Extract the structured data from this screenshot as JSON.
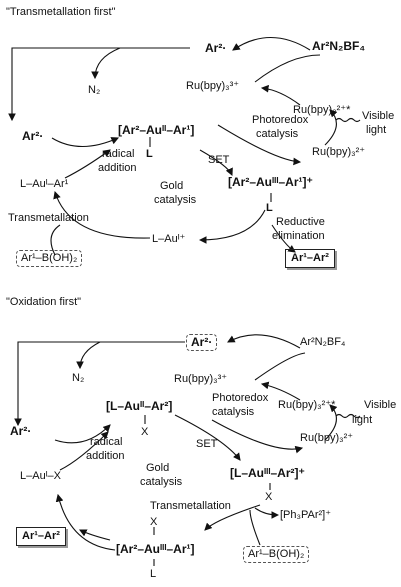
{
  "scheme_top": {
    "heading": "\"Transmetallation first\"",
    "ar2_radical_top": "Ar²·",
    "ar2n2bf4": "Ar²N₂BF₄",
    "n2": "N₂",
    "ru3": "Ru(bpy)₃³⁺",
    "ru2_excited": "Ru(bpy)₃²⁺*",
    "visible_light_1": "Visible",
    "visible_light_2": "light",
    "photoredox_1": "Photoredox",
    "photoredox_2": "catalysis",
    "ru2": "Ru(bpy)₃²⁺",
    "ar2_radical_left": "Ar²·",
    "au2_complex": "[Ar²–Auᴵᴵ–Ar¹]",
    "au2_ligand": "L",
    "radical_addition_1": "radical",
    "radical_addition_2": "addition",
    "set": "SET",
    "l_au_ar1": "L–Auᴵ–Ar¹",
    "gold_1": "Gold",
    "gold_2": "catalysis",
    "au3_complex": "[Ar²–Auᴵᴵᴵ–Ar¹]⁺",
    "au3_ligand": "L",
    "transmetallation": "Transmetallation",
    "l_au_plus": "L–Auᴵ⁺",
    "reductive_1": "Reductive",
    "reductive_2": "elimination",
    "boronic": "Ar¹–B(OH)₂",
    "product": "Ar¹–Ar²"
  },
  "scheme_bottom": {
    "heading": "\"Oxidation first\"",
    "ar2_radical_top": "Ar²·",
    "ar2n2bf4": "Ar²N₂BF₄",
    "n2": "N₂",
    "ru3": "Ru(bpy)₃³⁺",
    "ru2_excited": "Ru(bpy)₃²⁺*",
    "visible_light_1": "Visible",
    "visible_light_2": "light",
    "photoredox_1": "Photoredox",
    "photoredox_2": "catalysis",
    "ru2": "Ru(bpy)₃²⁺",
    "ar2_radical_left": "Ar²·",
    "au2_complex": "[L–Auᴵᴵ–Ar²]",
    "au2_x": "X",
    "radical_addition_1": "radical",
    "radical_addition_2": "addition",
    "set": "SET",
    "l_au_x": "L–Auᴵ–X",
    "gold_1": "Gold",
    "gold_2": "catalysis",
    "au3_complex": "[L–Auᴵᴵᴵ–Ar²]⁺",
    "au3_x": "X",
    "transmetallation": "Transmetallation",
    "ph3par2": "[Ph₃PAr²]⁺",
    "product": "Ar¹–Ar²",
    "au3_bottom_x": "X",
    "au3_bottom_complex": "[Ar²–Auᴵᴵᴵ–Ar¹]",
    "au3_bottom_l": "L",
    "boronic": "Ar¹–B(OH)₂"
  }
}
